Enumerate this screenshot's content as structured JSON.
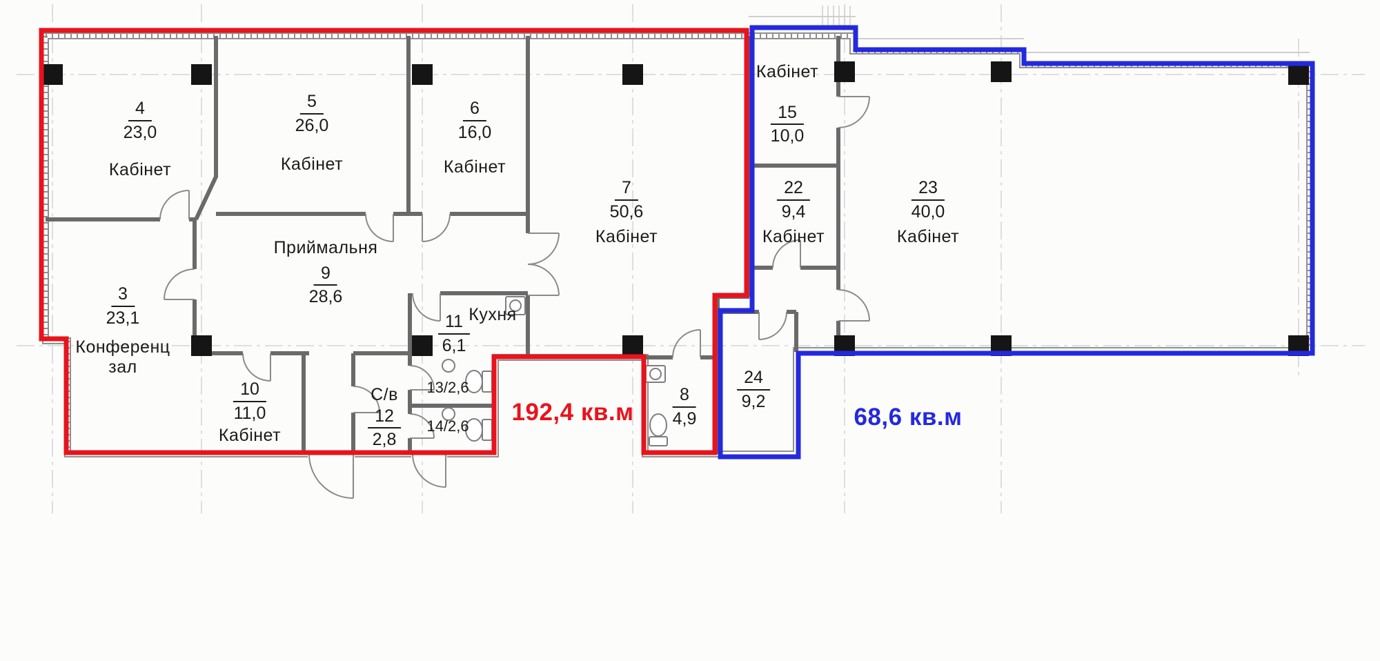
{
  "rooms": {
    "r3": {
      "number": "3",
      "area": "23,1",
      "name_line1": "Конференц",
      "name_line2": "зал"
    },
    "r4": {
      "number": "4",
      "area": "23,0",
      "name": "Кабінет"
    },
    "r5": {
      "number": "5",
      "area": "26,0",
      "name": "Кабінет"
    },
    "r6": {
      "number": "6",
      "area": "16,0",
      "name": "Кабінет"
    },
    "r7": {
      "number": "7",
      "area": "50,6",
      "name": "Кабінет"
    },
    "r8": {
      "number": "8",
      "area": "4,9"
    },
    "r9": {
      "number": "9",
      "area": "28,6",
      "name": "Приймальня"
    },
    "r10": {
      "number": "10",
      "area": "11,0",
      "name": "Кабінет"
    },
    "r11": {
      "number": "11",
      "area": "6,1",
      "name": "Кухня"
    },
    "r12": {
      "number": "12",
      "area": "2,8",
      "name": "С/в"
    },
    "r13": {
      "label": "13/2,6"
    },
    "r14": {
      "label": "14/2,6"
    },
    "r15": {
      "number": "15",
      "area": "10,0",
      "name": "Кабінет"
    },
    "r22": {
      "number": "22",
      "area": "9,4",
      "name": "Кабінет"
    },
    "r23": {
      "number": "23",
      "area": "40,0",
      "name": "Кабінет"
    },
    "r24": {
      "number": "24",
      "area": "9,2"
    }
  },
  "totals": {
    "red": {
      "label": "192,4 кв.м",
      "color": "#e8131d"
    },
    "blue": {
      "label": "68,6 кв.м",
      "color": "#2429de"
    }
  }
}
